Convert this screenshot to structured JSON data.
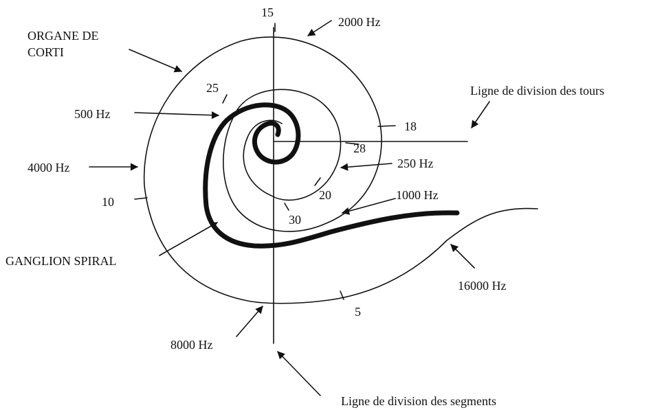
{
  "labels": {
    "organe_line1": "ORGANE DE",
    "organe_line2": "CORTI",
    "ganglion": "GANGLION SPIRAL",
    "ligne_tours": "Ligne de division des tours",
    "ligne_segments": "Ligne de division des segments"
  },
  "frequencies": {
    "f2000": "2000 Hz",
    "f500": "500 Hz",
    "f4000": "4000 Hz",
    "f250": "250 Hz",
    "f1000": "1000 Hz",
    "f16000": "16000 Hz",
    "f8000": "8000 Hz"
  },
  "segment_marks": {
    "m15": "15",
    "m25": "25",
    "m18": "18",
    "m28": "28",
    "m10": "10",
    "m20": "20",
    "m30": "30",
    "m5": "5"
  },
  "colors": {
    "ink": "#111111",
    "background": "#ffffff"
  }
}
